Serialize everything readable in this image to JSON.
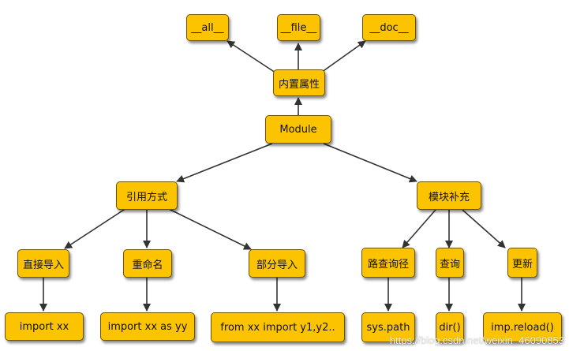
{
  "nodes": {
    "all": "__all__",
    "file": "__file__",
    "doc": "__doc__",
    "builtin_attrs": "内置属性",
    "module": "Module",
    "import_methods": "引用方式",
    "module_supplement": "模块补充",
    "direct_import": "直接导入",
    "rename": "重命名",
    "partial_import": "部分导入",
    "path_lookup": "路查询径",
    "query": "查询",
    "update": "更新",
    "import_xx": "import xx",
    "import_as": "import xx as yy",
    "from_import": "from xx import y1,y2..",
    "sys_path": "sys.path",
    "dir": "dir()",
    "imp_reload": "imp.reload()"
  },
  "watermark": "https://blog.csdn.net/weixin_46090853",
  "colors": {
    "node_fill": "#fcc400",
    "node_border": "#6b5300",
    "arrow": "#333333"
  }
}
